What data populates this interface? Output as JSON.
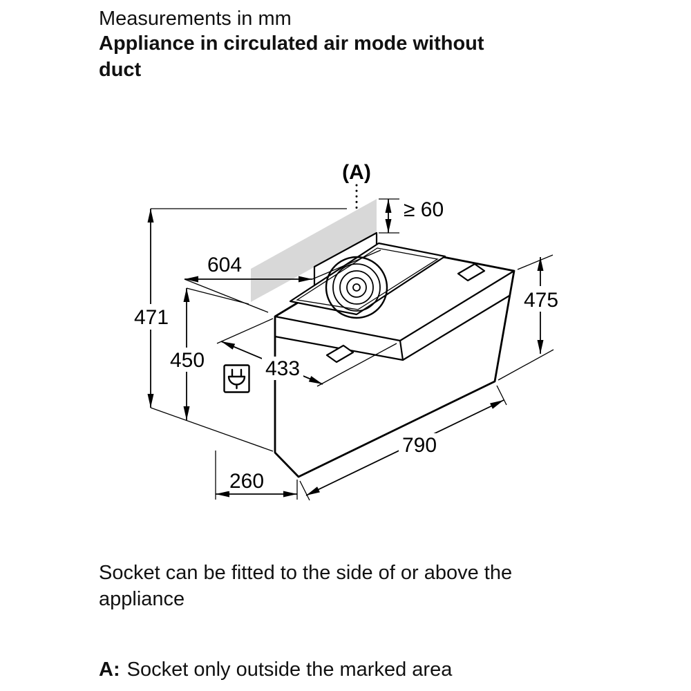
{
  "page": {
    "measurements_note": "Measurements in mm",
    "heading_line1": "Appliance in circulated air mode without",
    "heading_line2": "duct"
  },
  "diagram": {
    "socket_position_label": "(A)",
    "marked_area_color": "#d8d8d8",
    "dims": {
      "clearance_top": "≥ 60",
      "width_back": "604",
      "height_total": "471",
      "height_body": "450",
      "depth_top": "433",
      "height_front": "475",
      "width_front": "790",
      "depth_bottom": "260"
    }
  },
  "notes": {
    "socket_line1": "Socket can be fitted to the side of or above the",
    "socket_line2": "appliance",
    "legend_prefix": "A:",
    "legend_text": "Socket only outside the marked area"
  }
}
